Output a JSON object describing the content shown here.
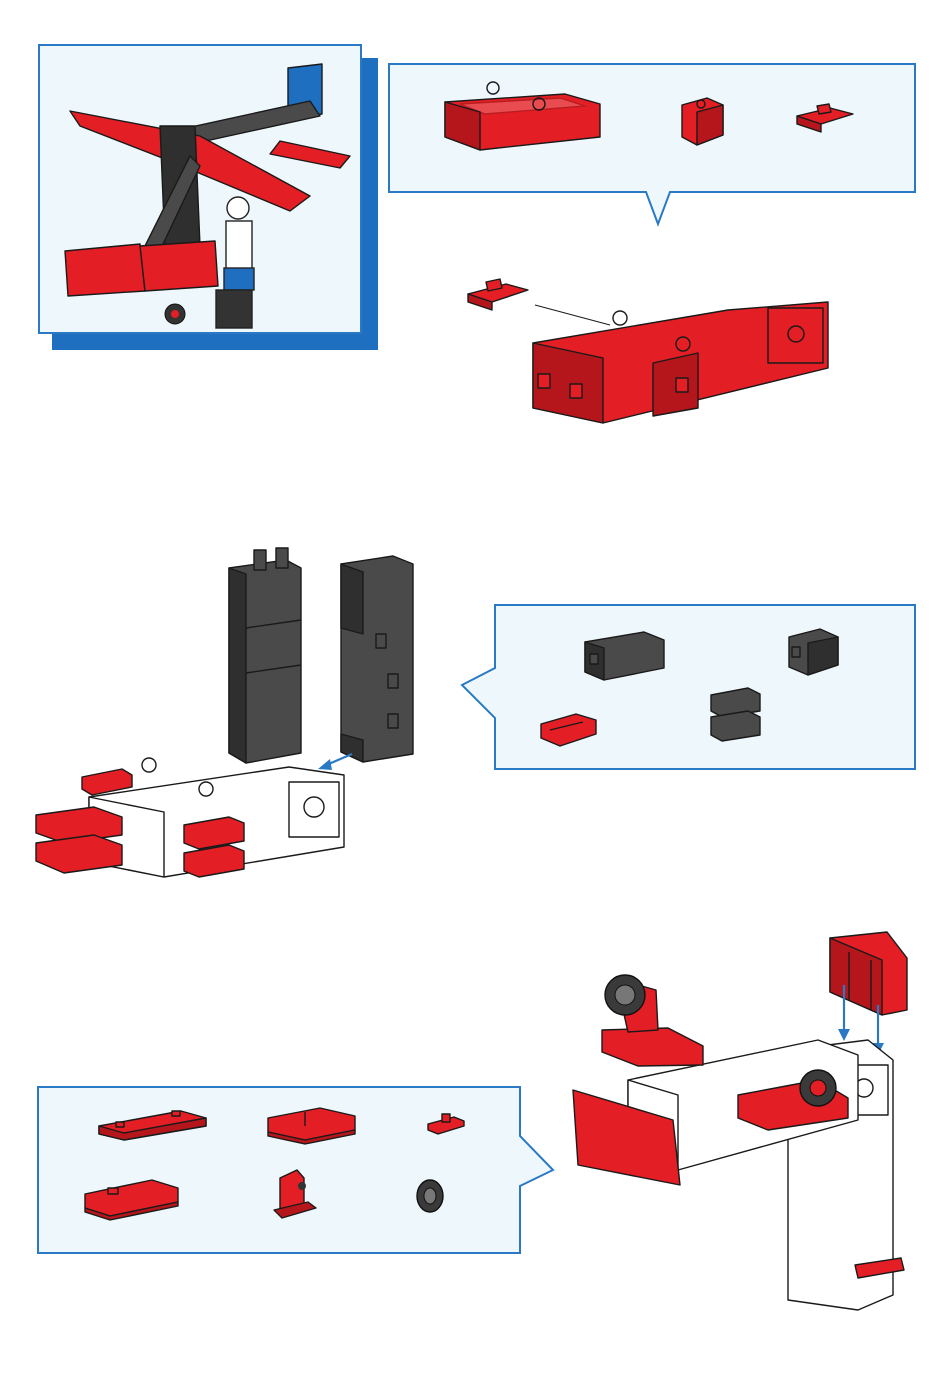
{
  "page": {
    "title": "",
    "step_count": 3
  },
  "colors": {
    "accent_blue": "#1e6fc0",
    "callout_border": "#2a79c4",
    "callout_fill": "#eef8fc",
    "part_red": "#e31e24",
    "part_grey": "#4a4a4a",
    "part_white": "#ffffff"
  },
  "preview": {
    "image": "finished-plane-model-with-figure"
  },
  "steps": [
    {
      "id": "step-1",
      "parts": [
        "red-box-base",
        "red-building-block",
        "red-angle-piece"
      ]
    },
    {
      "id": "step-2",
      "parts": [
        "grey-box-base",
        "grey-building-block",
        "red-connector",
        "grey-building-block-pair"
      ]
    },
    {
      "id": "step-3",
      "parts": [
        "red-long-plate",
        "red-bracket-plate",
        "red-small-connector",
        "red-base-plate",
        "red-wheel-holder",
        "black-wheel"
      ]
    }
  ]
}
